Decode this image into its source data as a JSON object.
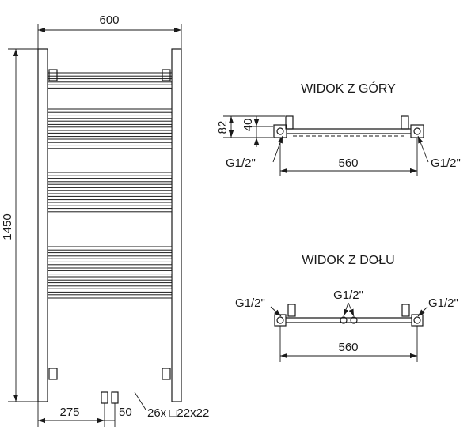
{
  "front": {
    "width_label": "600",
    "height_label": "1450",
    "offset_label": "275",
    "spacing_label": "50",
    "tubes_label": "26x □22x22",
    "tube_count": 26
  },
  "top_view": {
    "title": "WIDOK Z GÓRY",
    "dim_82": "82",
    "dim_40": "40",
    "dim_560": "560",
    "left_thread": "G1/2\"",
    "right_thread": "G1/2\""
  },
  "bottom_view": {
    "title": "WIDOK Z DOŁU",
    "dim_560": "560",
    "left_thread": "G1/2\"",
    "center_thread": "G1/2\"",
    "right_thread": "G1/2\""
  }
}
